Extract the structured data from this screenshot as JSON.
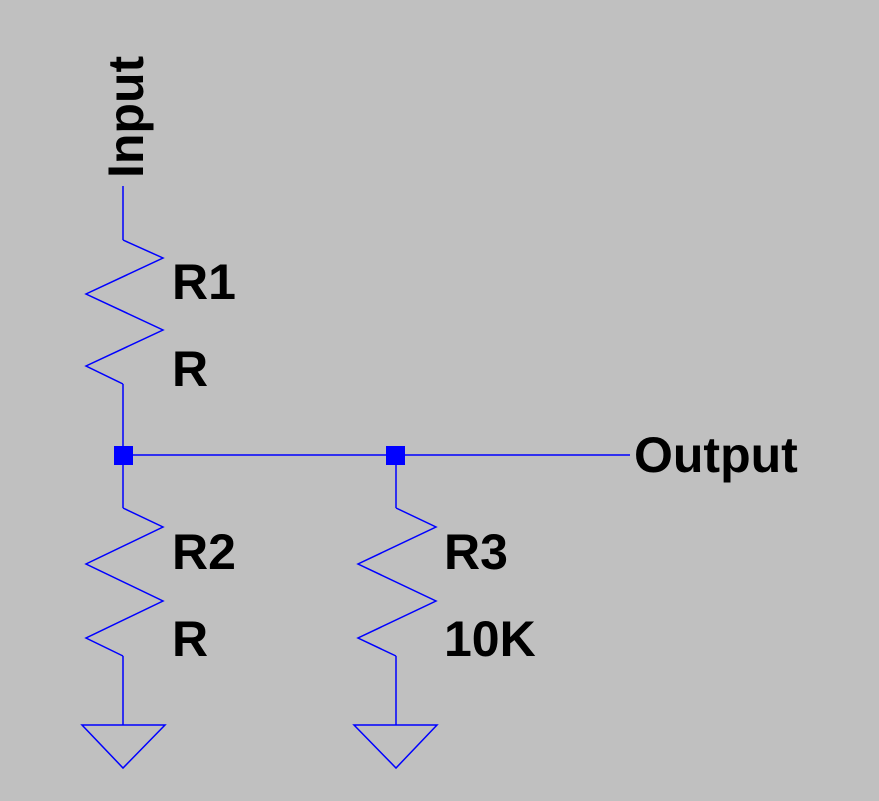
{
  "schematic": {
    "colors": {
      "background": "#c0c0c0",
      "wire": "#0000ff",
      "text": "#000000"
    },
    "nets": {
      "input_label": "Input",
      "output_label": "Output"
    },
    "components": {
      "r1": {
        "name": "R1",
        "value": "R"
      },
      "r2": {
        "name": "R2",
        "value": "R"
      },
      "r3": {
        "name": "R3",
        "value": "10K"
      }
    },
    "grounds": [
      "ground-r2",
      "ground-r3"
    ]
  }
}
